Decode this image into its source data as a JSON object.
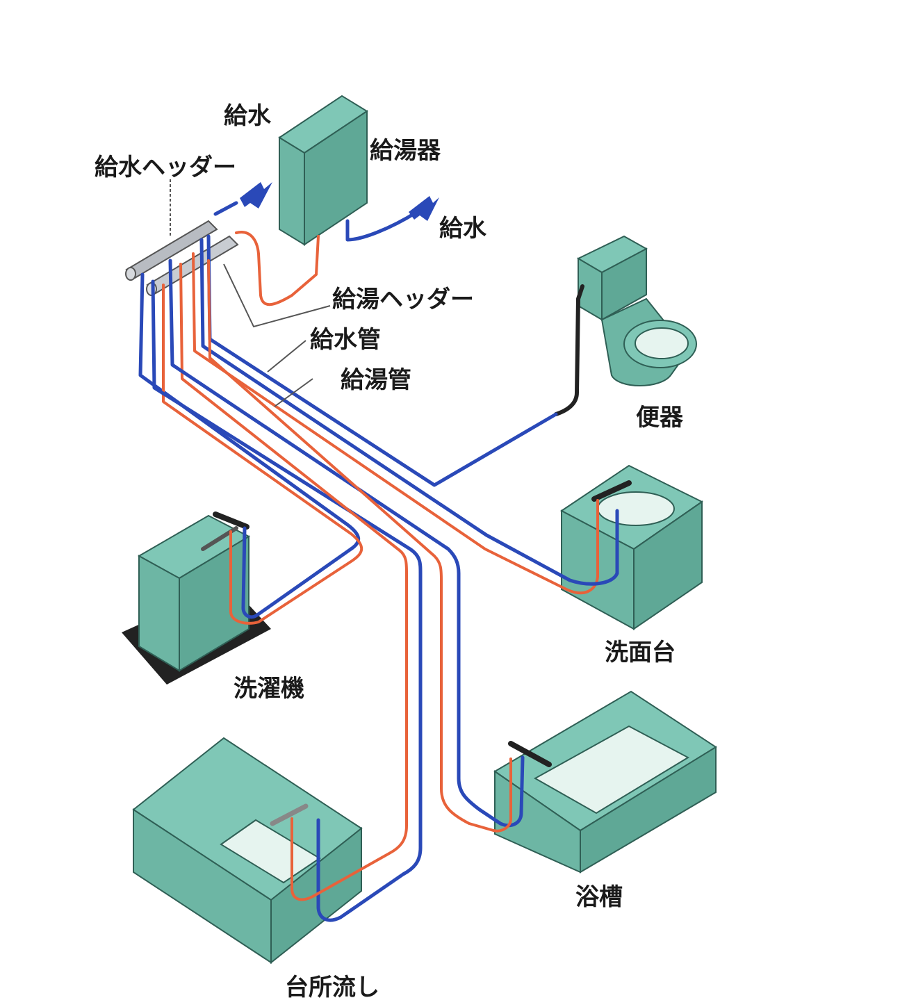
{
  "labels": {
    "supply_top": "給水",
    "water_heater": "給湯器",
    "supply_right": "給水",
    "cold_header": "給水ヘッダー",
    "hot_header": "給湯ヘッダー",
    "cold_pipe": "給水管",
    "hot_pipe": "給湯管",
    "toilet": "便器",
    "washbasin": "洗面台",
    "washing_machine": "洗濯機",
    "bathtub": "浴槽",
    "kitchen_sink": "台所流し"
  },
  "colors": {
    "cold_pipe": "#2a49b8",
    "hot_pipe": "#e8623a",
    "fixture": "#6db6a4",
    "header": "#b8bcc2"
  }
}
